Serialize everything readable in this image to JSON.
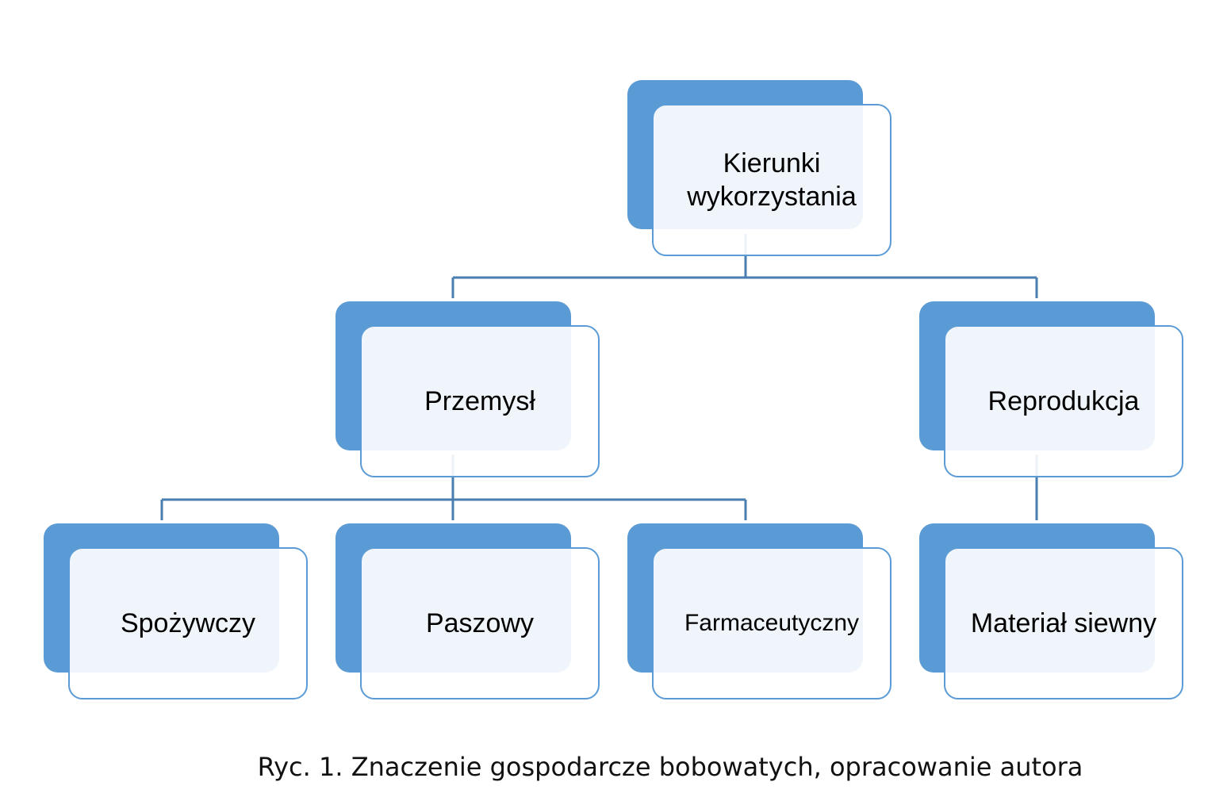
{
  "nodes": {
    "root": "Kierunki wykorzystania",
    "industry": "Przemysł",
    "reproduction": "Reprodukcja",
    "food": "Spożywczy",
    "feed": "Paszowy",
    "pharma": "Farmaceutyczny",
    "seed": "Materiał siewny"
  },
  "caption": "Ryc. 1. Znaczenie gospodarcze bobowatych, opracowanie autora",
  "colors": {
    "node": "#5b9bd5",
    "connector": "#4a7eb0"
  }
}
